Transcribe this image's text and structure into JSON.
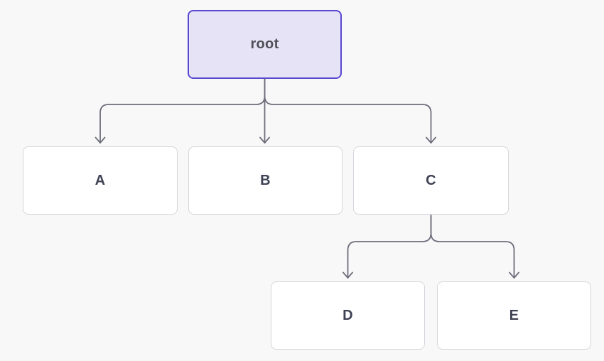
{
  "diagram": {
    "title": "tree-diagram",
    "nodes": [
      {
        "id": "root",
        "label": "root",
        "type": "root"
      },
      {
        "id": "A",
        "label": "A",
        "type": "child"
      },
      {
        "id": "B",
        "label": "B",
        "type": "child"
      },
      {
        "id": "C",
        "label": "C",
        "type": "child"
      },
      {
        "id": "D",
        "label": "D",
        "type": "child"
      },
      {
        "id": "E",
        "label": "E",
        "type": "child"
      }
    ],
    "edges": [
      {
        "from": "root",
        "to": "A"
      },
      {
        "from": "root",
        "to": "B"
      },
      {
        "from": "root",
        "to": "C"
      },
      {
        "from": "C",
        "to": "D"
      },
      {
        "from": "C",
        "to": "E"
      }
    ]
  },
  "theme": {
    "canvas_bg": "#f8f8f9",
    "root_fill": "#e6e3f6",
    "root_border": "#5948d0",
    "root_text": "#4f4f57",
    "node_fill": "#ffffff",
    "node_border": "#d6d6dc",
    "node_text": "#3f4254",
    "connector": "#6e6e7c"
  }
}
